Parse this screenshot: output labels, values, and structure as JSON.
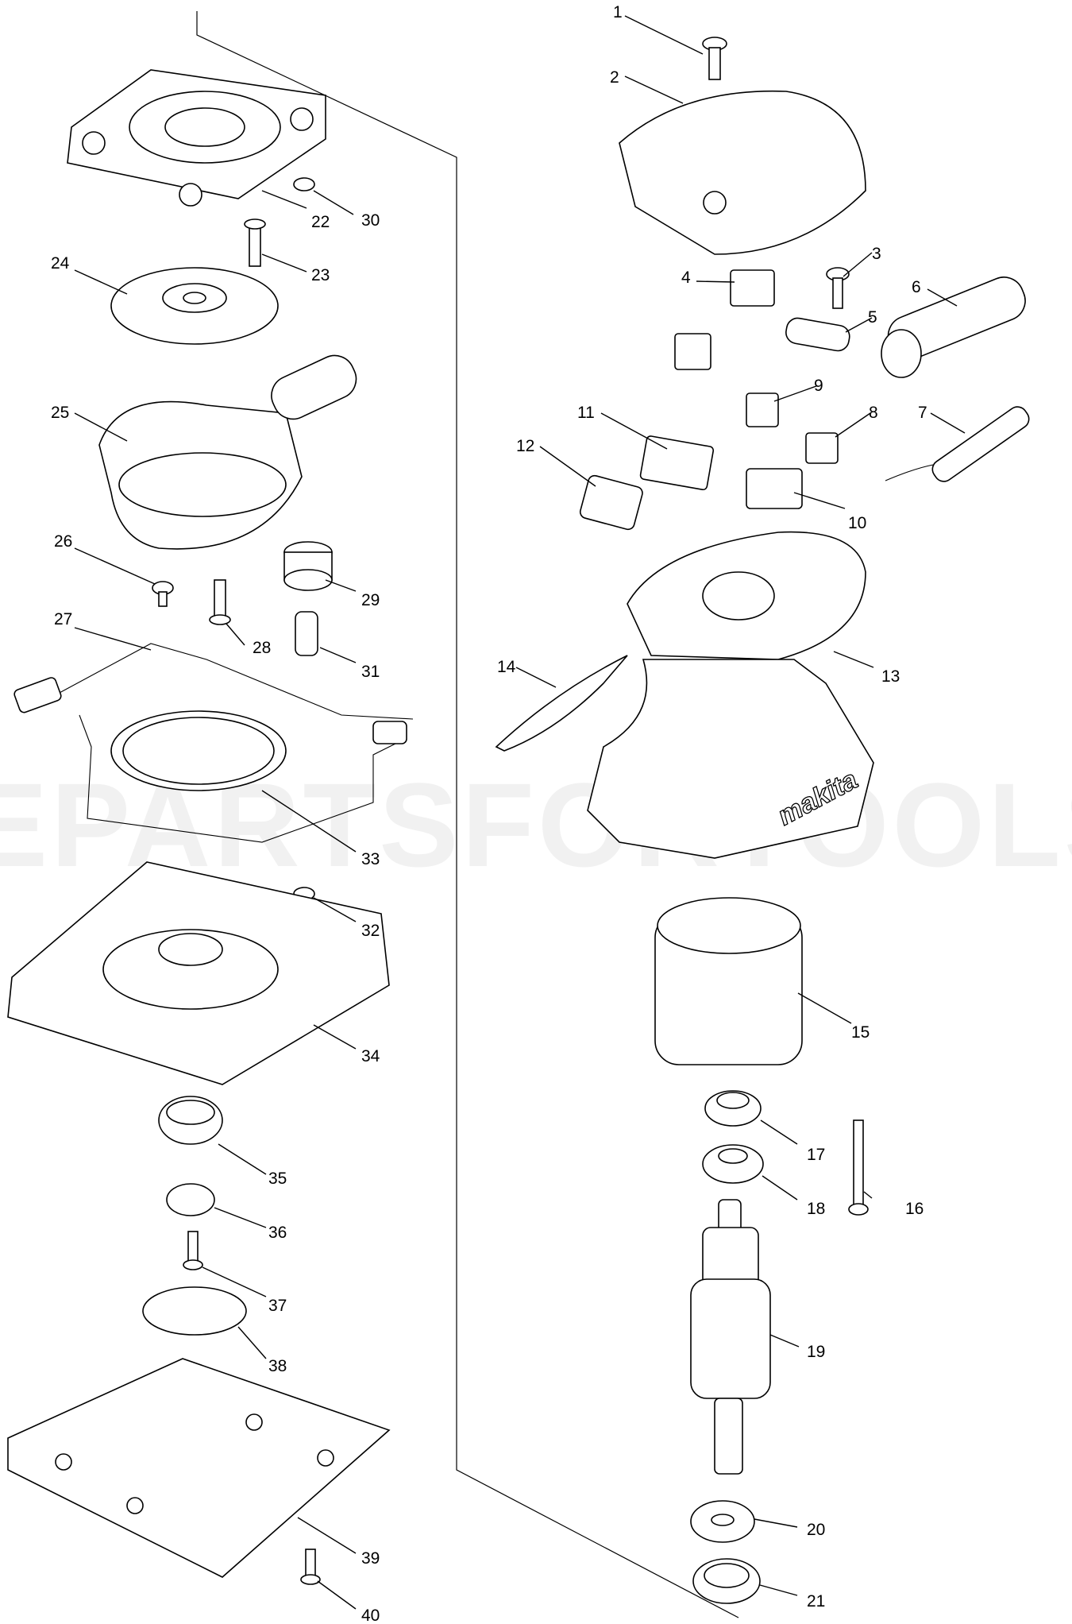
{
  "watermark": "EPARTSFORTOOLS.CO",
  "brand_logo": "makita",
  "parts": [
    {
      "id": "part-1",
      "label": "1"
    },
    {
      "id": "part-2",
      "label": "2"
    },
    {
      "id": "part-3",
      "label": "3"
    },
    {
      "id": "part-4",
      "label": "4"
    },
    {
      "id": "part-5",
      "label": "5"
    },
    {
      "id": "part-6",
      "label": "6"
    },
    {
      "id": "part-7",
      "label": "7"
    },
    {
      "id": "part-8",
      "label": "8"
    },
    {
      "id": "part-9",
      "label": "9"
    },
    {
      "id": "part-10",
      "label": "10"
    },
    {
      "id": "part-11",
      "label": "11"
    },
    {
      "id": "part-12",
      "label": "12"
    },
    {
      "id": "part-13",
      "label": "13"
    },
    {
      "id": "part-14",
      "label": "14"
    },
    {
      "id": "part-15",
      "label": "15"
    },
    {
      "id": "part-16",
      "label": "16"
    },
    {
      "id": "part-17",
      "label": "17"
    },
    {
      "id": "part-18",
      "label": "18"
    },
    {
      "id": "part-19",
      "label": "19"
    },
    {
      "id": "part-20",
      "label": "20"
    },
    {
      "id": "part-21",
      "label": "21"
    },
    {
      "id": "part-22",
      "label": "22"
    },
    {
      "id": "part-23",
      "label": "23"
    },
    {
      "id": "part-24",
      "label": "24"
    },
    {
      "id": "part-25",
      "label": "25"
    },
    {
      "id": "part-26",
      "label": "26"
    },
    {
      "id": "part-27",
      "label": "27"
    },
    {
      "id": "part-28",
      "label": "28"
    },
    {
      "id": "part-29",
      "label": "29"
    },
    {
      "id": "part-30",
      "label": "30"
    },
    {
      "id": "part-31",
      "label": "31"
    },
    {
      "id": "part-32",
      "label": "32"
    },
    {
      "id": "part-33",
      "label": "33"
    },
    {
      "id": "part-34",
      "label": "34"
    },
    {
      "id": "part-35",
      "label": "35"
    },
    {
      "id": "part-36",
      "label": "36"
    },
    {
      "id": "part-37",
      "label": "37"
    },
    {
      "id": "part-38",
      "label": "38"
    },
    {
      "id": "part-39",
      "label": "39"
    },
    {
      "id": "part-40",
      "label": "40"
    }
  ]
}
